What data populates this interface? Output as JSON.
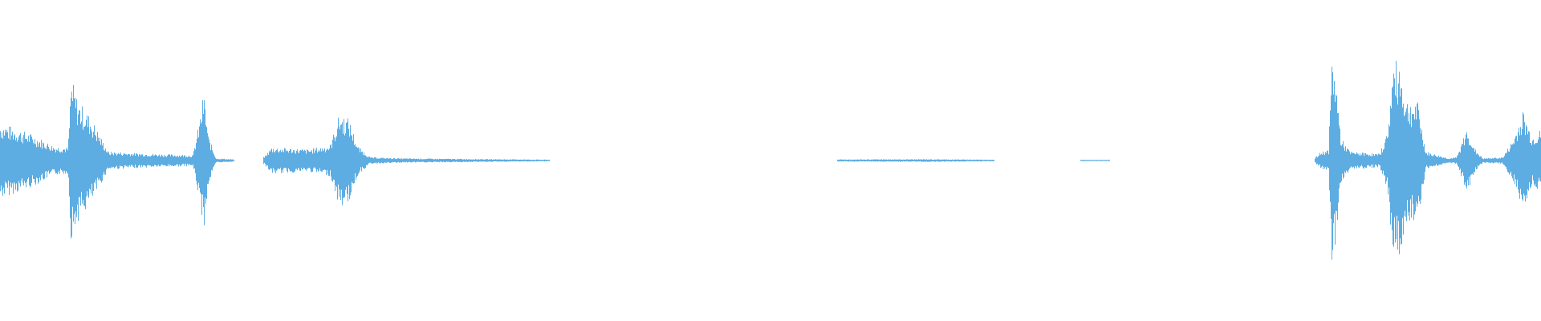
{
  "waveform": {
    "color": "#5dade2",
    "background": "#ffffff",
    "amplitude_range": [
      -1,
      1
    ],
    "segments": [
      {
        "name": "segment-1",
        "start": 0.0,
        "end": 0.1515,
        "envelope": [
          [
            0.0,
            0.34
          ],
          [
            0.02,
            0.24
          ],
          [
            0.035,
            0.13
          ],
          [
            0.044,
            0.12
          ],
          [
            0.046,
            0.75
          ],
          [
            0.05,
            0.55
          ],
          [
            0.058,
            0.4
          ],
          [
            0.062,
            0.3
          ],
          [
            0.07,
            0.08
          ],
          [
            0.1,
            0.06
          ],
          [
            0.125,
            0.05
          ],
          [
            0.129,
            0.34
          ],
          [
            0.132,
            0.62
          ],
          [
            0.135,
            0.22
          ],
          [
            0.14,
            0.02
          ],
          [
            0.1515,
            0.01
          ]
        ]
      },
      {
        "name": "segment-2",
        "start": 0.171,
        "end": 0.356,
        "envelope": [
          [
            0.171,
            0.03
          ],
          [
            0.176,
            0.12
          ],
          [
            0.2,
            0.1
          ],
          [
            0.214,
            0.14
          ],
          [
            0.22,
            0.42
          ],
          [
            0.226,
            0.38
          ],
          [
            0.232,
            0.13
          ],
          [
            0.24,
            0.03
          ],
          [
            0.26,
            0.02
          ],
          [
            0.3,
            0.015
          ],
          [
            0.356,
            0.008
          ]
        ]
      },
      {
        "name": "segment-3",
        "start": 0.543,
        "end": 0.645,
        "envelope": [
          [
            0.543,
            0.01
          ],
          [
            0.6,
            0.012
          ],
          [
            0.645,
            0.008
          ]
        ]
      },
      {
        "name": "segment-4",
        "start": 0.701,
        "end": 0.72,
        "envelope": [
          [
            0.701,
            0.006
          ],
          [
            0.72,
            0.006
          ]
        ]
      },
      {
        "name": "segment-5",
        "start": 0.853,
        "end": 1.0,
        "envelope": [
          [
            0.853,
            0.02
          ],
          [
            0.857,
            0.08
          ],
          [
            0.862,
            0.1
          ],
          [
            0.864,
            0.92
          ],
          [
            0.866,
            0.85
          ],
          [
            0.87,
            0.2
          ],
          [
            0.876,
            0.08
          ],
          [
            0.895,
            0.06
          ],
          [
            0.9,
            0.25
          ],
          [
            0.904,
            0.88
          ],
          [
            0.908,
            0.9
          ],
          [
            0.912,
            0.55
          ],
          [
            0.92,
            0.52
          ],
          [
            0.925,
            0.08
          ],
          [
            0.94,
            0.02
          ],
          [
            0.945,
            0.03
          ],
          [
            0.952,
            0.3
          ],
          [
            0.956,
            0.12
          ],
          [
            0.962,
            0.02
          ],
          [
            0.975,
            0.03
          ],
          [
            0.982,
            0.2
          ],
          [
            0.988,
            0.45
          ],
          [
            0.994,
            0.22
          ],
          [
            1.0,
            0.28
          ]
        ]
      }
    ]
  }
}
